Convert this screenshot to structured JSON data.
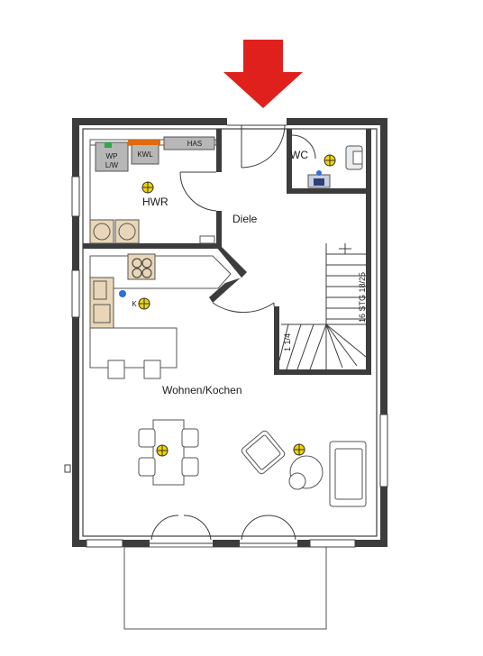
{
  "rooms": {
    "hwr": "HWR",
    "wc": "WC",
    "diele": "Diele",
    "wohnen": "Wohnen/Kochen"
  },
  "fixtures": {
    "wp_line1": "WP",
    "wp_line2": "L/W",
    "kwl": "KWL",
    "has": "HAS",
    "k": "K"
  },
  "stairs": {
    "label": "16 STG 18/25",
    "landing": "1 1/4"
  },
  "icons": {
    "entrance": "entrance-arrow-icon",
    "light": "ceiling-light-icon"
  },
  "colors": {
    "wall": "#3c3c3c",
    "entrance_arrow": "#e0201c",
    "appliance": "#b7b7b7",
    "kwl_accent": "#e06a10",
    "wp_accent": "#2ea84a",
    "counter": "#e9d6b8",
    "light": "#f2d500",
    "outlet": "#2f6fd6"
  }
}
